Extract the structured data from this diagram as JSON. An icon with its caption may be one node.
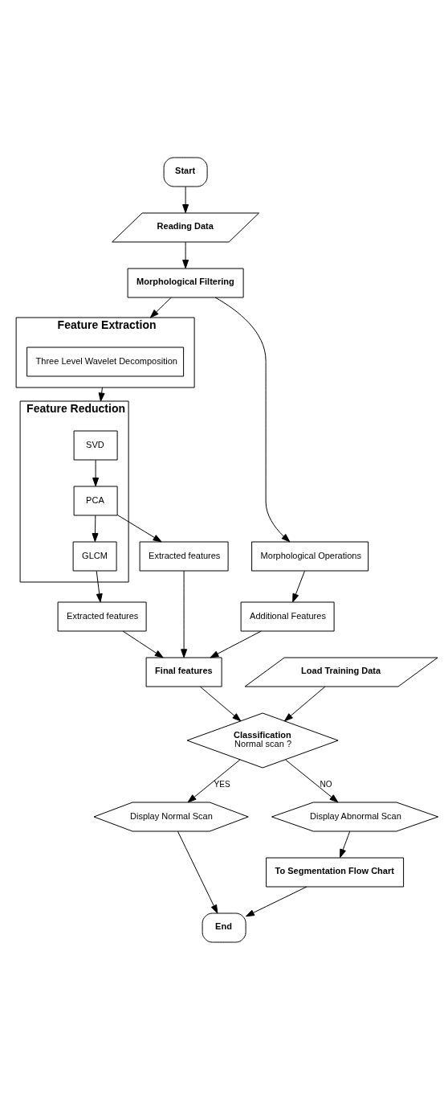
{
  "diagram": {
    "nodes": [
      {
        "text": [
          "Start"
        ]
      },
      {
        "text": [
          "Reading Data"
        ]
      },
      {
        "text": [
          "Morphological Filtering"
        ]
      },
      {
        "text": [
          "Feature Extraction"
        ]
      },
      {
        "text": [
          "Three Level Wavelet Decomposition"
        ],
        "in": 3
      },
      {
        "text": [
          "Feature Reduction"
        ]
      },
      {
        "text": [
          "SVD"
        ],
        "in": 5
      },
      {
        "text": [
          "PCA"
        ],
        "in": 5
      },
      {
        "text": [
          "GLCM"
        ],
        "in": 5
      },
      {
        "text": [
          "Morphological Operations"
        ]
      },
      {
        "text": [
          "Additional Features"
        ]
      },
      {
        "text": [
          "Extracted features"
        ]
      },
      {
        "text": [
          "Extracted features"
        ]
      },
      {
        "text": [
          "Final features"
        ]
      },
      {
        "text": [
          "Classification",
          "Normal scan ?"
        ]
      },
      {
        "text": [
          "Load Training Data"
        ]
      },
      {
        "text": [
          "Display Normal Scan"
        ]
      },
      {
        "text": [
          "Display Abnormal Scan"
        ]
      },
      {
        "text": [
          "To Segmentation Flow Chart"
        ]
      },
      {
        "text": [
          "End"
        ]
      }
    ],
    "edges": [
      {
        "from": 0,
        "to": 1,
        "arrow": "to"
      },
      {
        "from": 1,
        "to": 2,
        "arrow": "to"
      },
      {
        "from": 2,
        "to": 3,
        "arrow": "to"
      },
      {
        "from": 2,
        "to": 9,
        "arrow": "to"
      },
      {
        "from": 3,
        "to": 5,
        "arrow": "to"
      },
      {
        "from": 6,
        "to": 7,
        "arrow": "to"
      },
      {
        "from": 7,
        "to": 8,
        "arrow": "to"
      },
      {
        "from": 7,
        "to": 11,
        "arrow": "to"
      },
      {
        "from": 8,
        "to": 12,
        "arrow": "to"
      },
      {
        "from": 9,
        "to": 10,
        "arrow": "to"
      },
      {
        "from": 10,
        "to": 13,
        "arrow": "to"
      },
      {
        "from": 11,
        "to": 13,
        "arrow": "to"
      },
      {
        "from": 12,
        "to": 13,
        "arrow": "to"
      },
      {
        "from": 13,
        "to": 14,
        "arrow": "to"
      },
      {
        "from": 15,
        "to": 14,
        "arrow": "to"
      },
      {
        "from": 14,
        "to": 16,
        "arrow": "to",
        "label": "YES"
      },
      {
        "from": 14,
        "to": 17,
        "arrow": "to",
        "label": "NO"
      },
      {
        "from": 17,
        "to": 18,
        "arrow": "to"
      },
      {
        "from": 16,
        "to": 19,
        "arrow": "to"
      },
      {
        "from": 18,
        "to": 19,
        "arrow": "to"
      }
    ]
  }
}
